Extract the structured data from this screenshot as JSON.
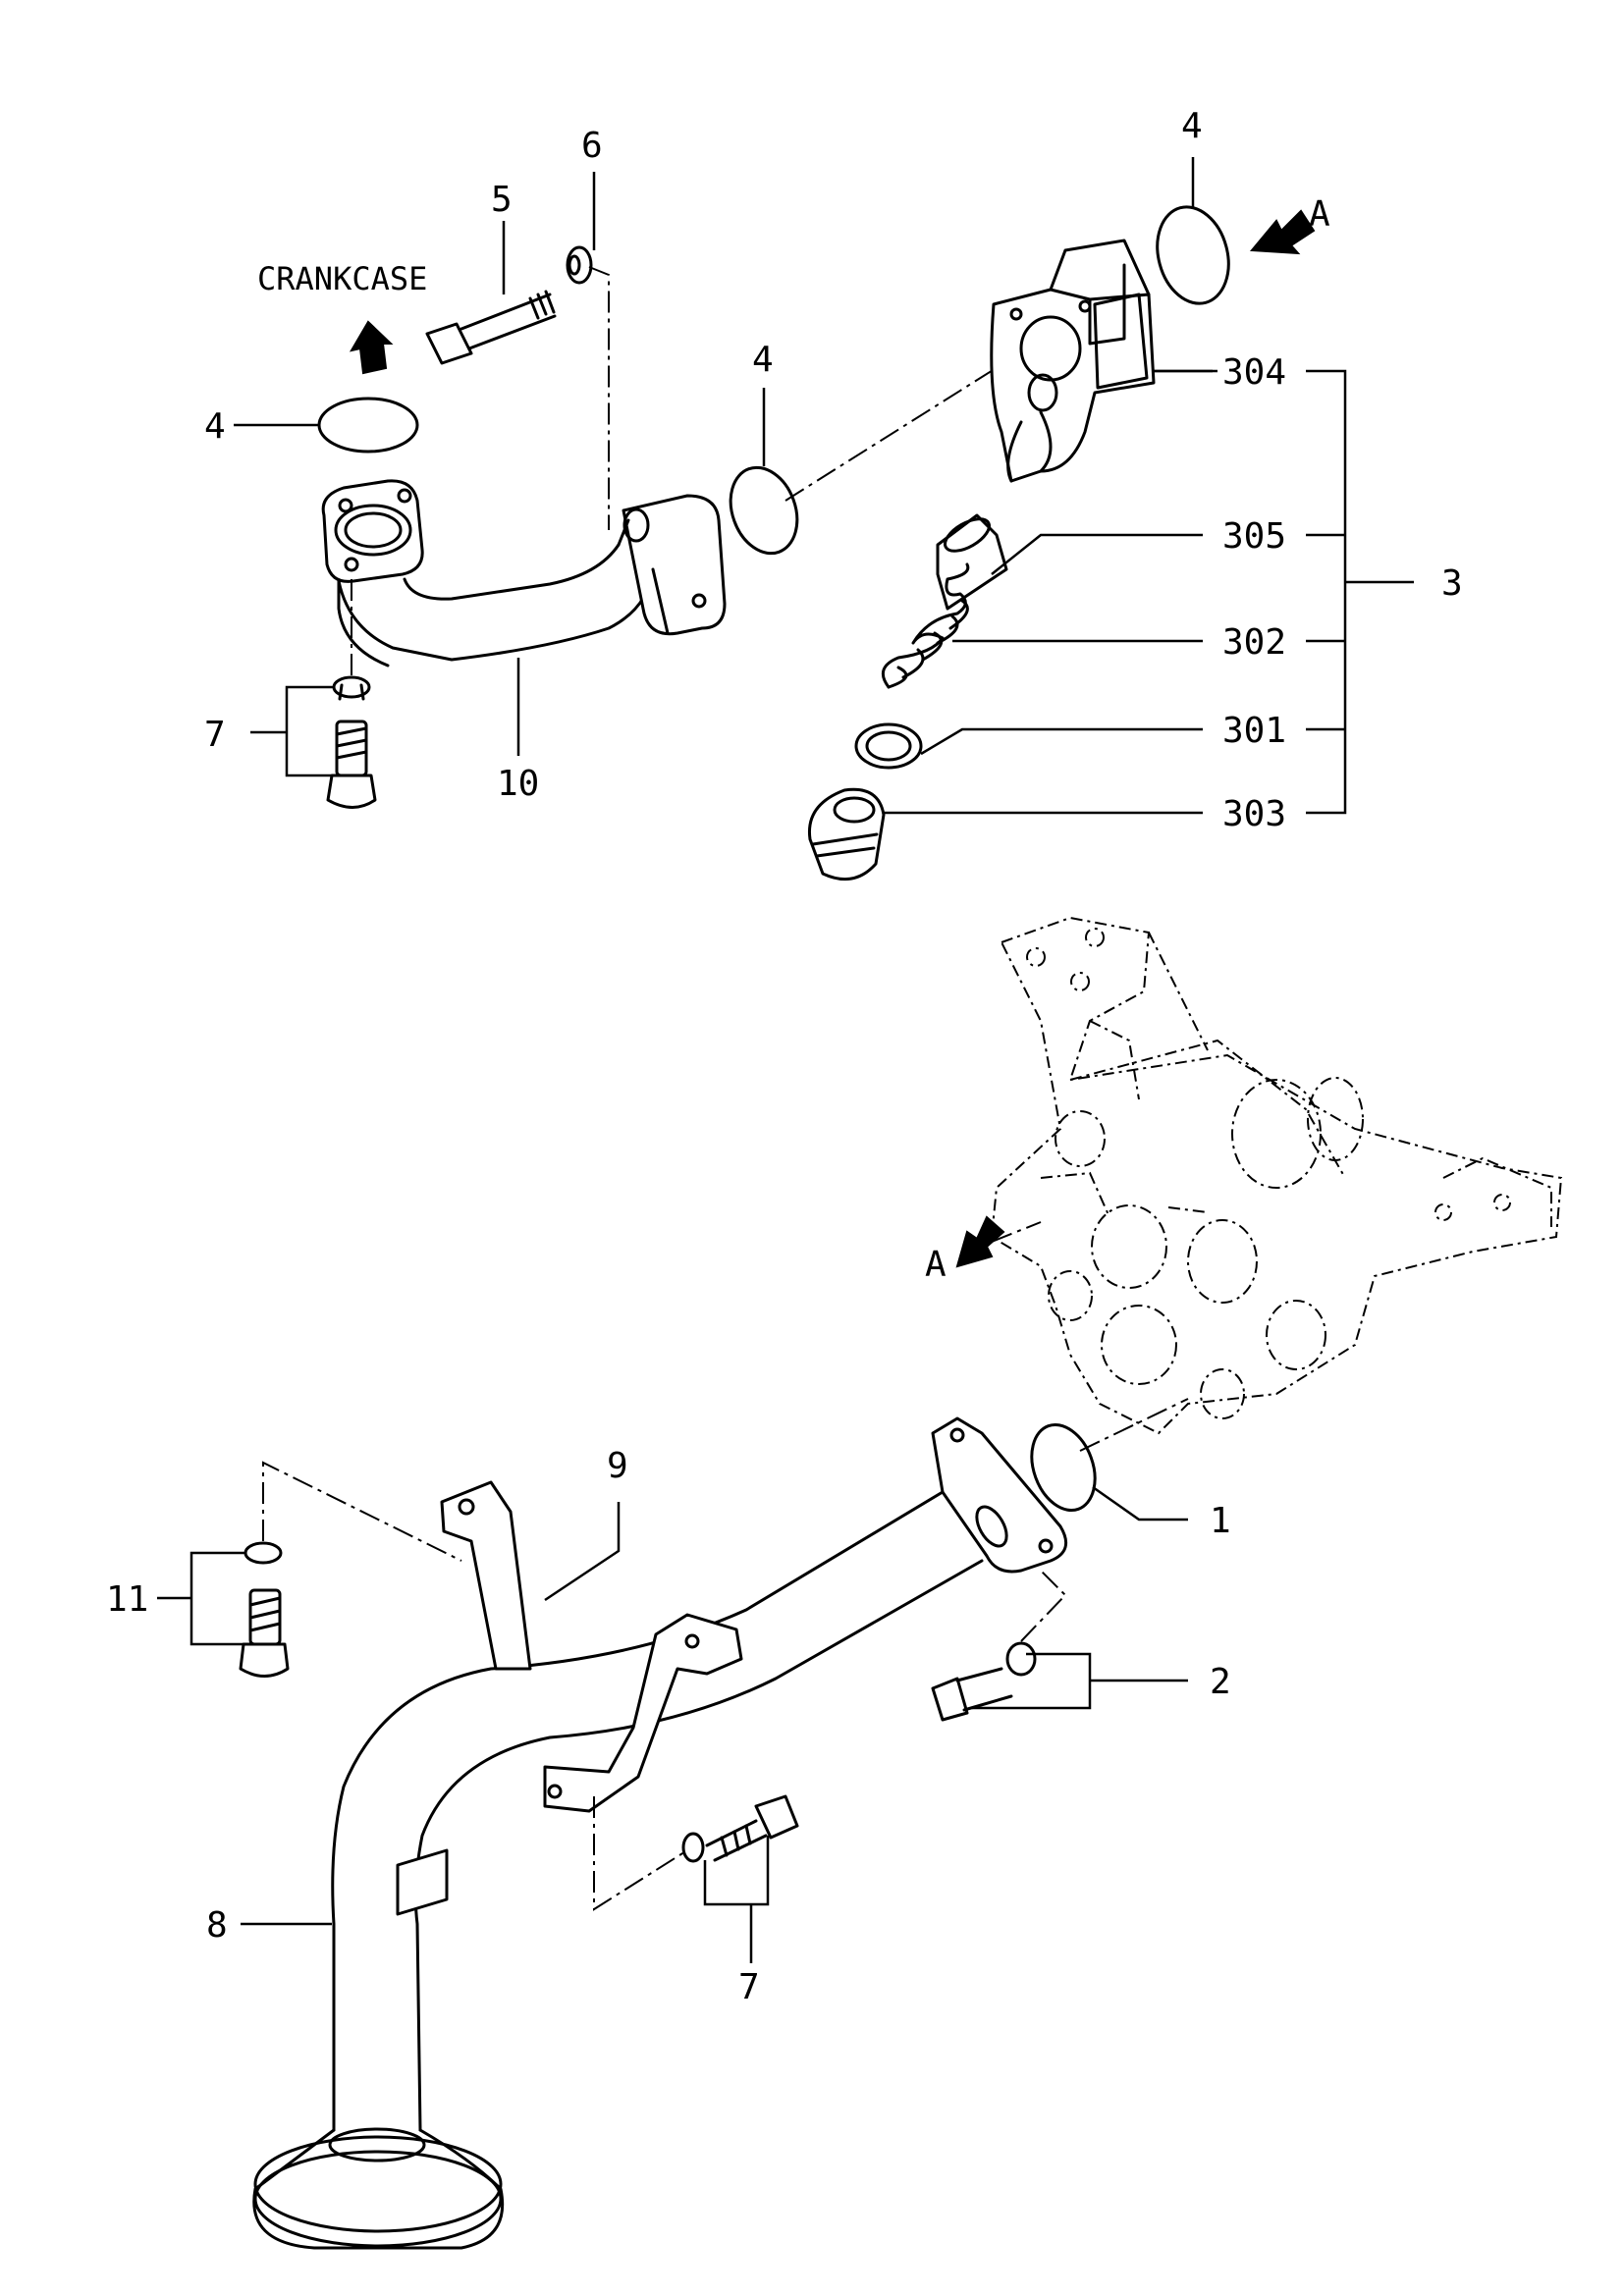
{
  "labels": {
    "crankcase": "CRANKCASE",
    "view_a_top": "A",
    "view_a_mid": "A",
    "p1": "1",
    "p2": "2",
    "p3": "3",
    "p4_top": "4",
    "p4_left": "4",
    "p4_mid": "4",
    "p5": "5",
    "p6": "6",
    "p7_upper": "7",
    "p7_lower": "7",
    "p8": "8",
    "p9": "9",
    "p10": "10",
    "p11": "11",
    "p301": "301",
    "p302": "302",
    "p303": "303",
    "p304": "304",
    "p305": "305"
  }
}
